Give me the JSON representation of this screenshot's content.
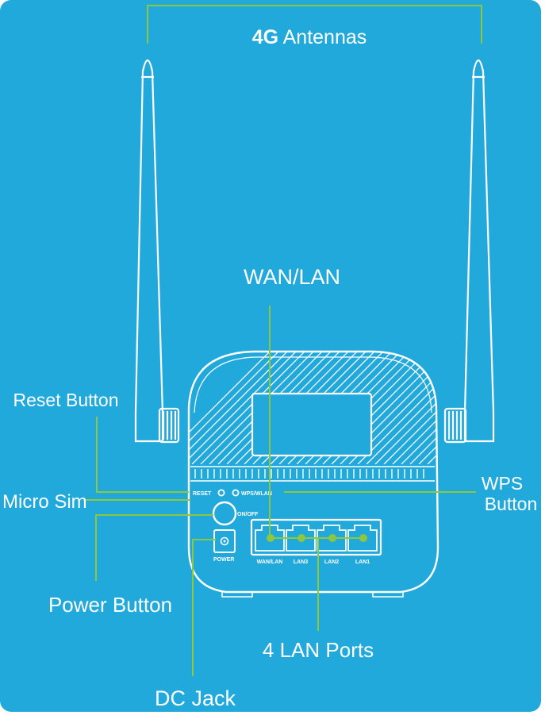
{
  "title": {
    "bold": "4G",
    "rest": " Antennas"
  },
  "callouts": {
    "wan_lan": "WAN/LAN",
    "reset_button": "Reset Button",
    "micro_sim": "Micro Sim",
    "wps_line1": "WPS",
    "wps_line2": "Button",
    "power_button": "Power Button",
    "lan_ports": "4 LAN Ports",
    "dc_jack": "DC Jack"
  },
  "device_labels": {
    "reset": "RESET",
    "wps": "WPS/WLAN",
    "onoff": "ON/OFF",
    "power": "POWER",
    "ports": [
      "WAN/LAN",
      "LAN3",
      "LAN2",
      "LAN1"
    ]
  },
  "colors": {
    "background": "#22a9dc",
    "outline": "#ffffff",
    "leader": "#8dc63f",
    "port_dot": "#8dc63f"
  }
}
